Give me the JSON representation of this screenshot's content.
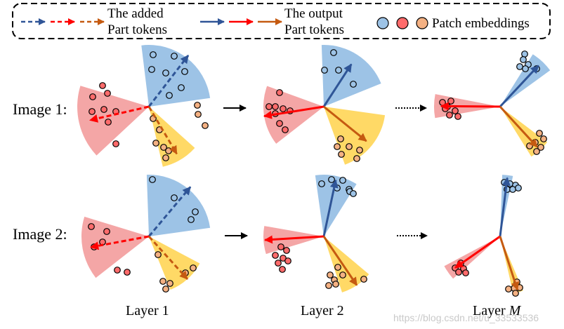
{
  "legend": {
    "added_label_line1": "The added",
    "added_label_line2": "Part tokens",
    "output_label_line1": "The output",
    "output_label_line2": "Part tokens",
    "patch_label": "Patch embeddings"
  },
  "rows": [
    {
      "label": "Image 1:"
    },
    {
      "label": "Image 2:"
    }
  ],
  "columns": [
    {
      "label": "Layer 1"
    },
    {
      "label": "Layer 2"
    },
    {
      "label_prefix": "Layer ",
      "label_italic": "M"
    }
  ],
  "watermark": "https://blog.csdn.net/u_33533536",
  "colors": {
    "blue_fill": "#9dc3e6",
    "red_fill": "#f4a6a6",
    "yellow_fill": "#ffd966",
    "blue_arrow": "#2f5597",
    "red_arrow": "#ff0000",
    "orange_arrow": "#c55a11",
    "blue_dot": "#9dc3e6",
    "red_dot": "#ff6b6b",
    "orange_dot": "#f4b183"
  }
}
